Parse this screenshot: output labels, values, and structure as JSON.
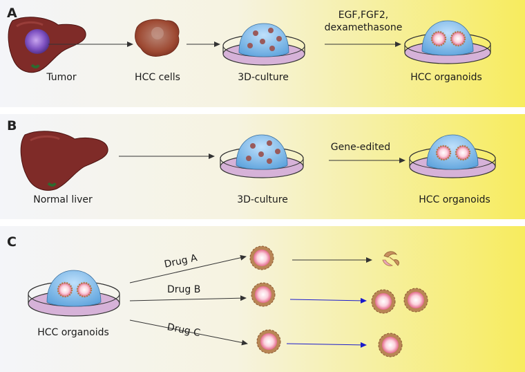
{
  "panels": [
    {
      "letter": "A",
      "labels": {
        "tumor": "Tumor",
        "hcc_cells": "HCC cells",
        "culture": "3D-culture",
        "organoids": "HCC organoids"
      },
      "treatment": [
        "EGF,FGF2,",
        "dexamethasone"
      ]
    },
    {
      "letter": "B",
      "labels": {
        "normal_liver": "Normal liver",
        "culture": "3D-culture",
        "organoids": "HCC organoids"
      },
      "treatment": "Gene-edited"
    },
    {
      "letter": "C",
      "labels": {
        "organoids": "HCC organoids"
      },
      "drugs": [
        "Drug A",
        "Drug B",
        "Drug C"
      ]
    }
  ],
  "colors": {
    "background_left": "#f2f4f8",
    "background_right": "#f7ee6a",
    "liver": "#7d2a27",
    "tumor_nodule": "#7b52b8",
    "dish_liquid": "#d9b6d9",
    "matrigel_dome": "#7db6e8",
    "arrow_black": "#333333",
    "arrow_blue": "#1a1acc",
    "organoid_ring": "#b07a4a",
    "organoid_core": "#f7b8c8"
  },
  "icons": [
    "liver-icon",
    "cell-cluster-icon",
    "culture-dish-icon",
    "organoid-icon",
    "dead-organoid-icon"
  ]
}
